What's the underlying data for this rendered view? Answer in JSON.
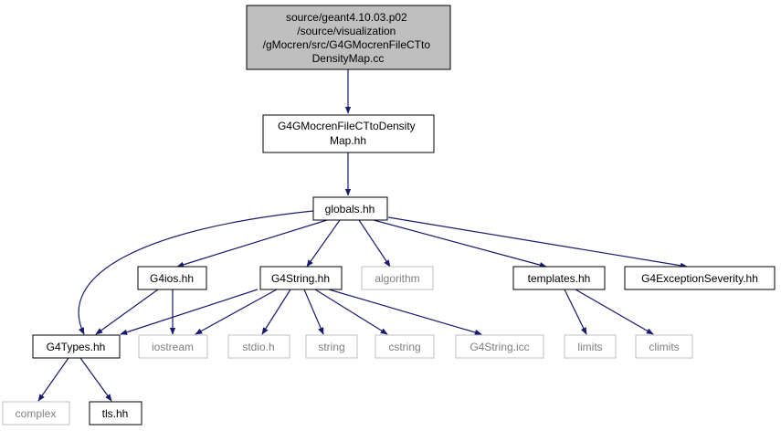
{
  "colors": {
    "edge": "#191970",
    "root_fill": "#bfbfbf",
    "root_border": "#000000",
    "node_border": "#000000",
    "ext_border": "#bfbfbf",
    "ext_text": "#808080",
    "text": "#000000"
  },
  "nodes": {
    "root": {
      "lines": [
        "source/geant4.10.03.p02",
        "/source/visualization",
        "/gMocren/src/G4GMocrenFileCTto",
        "DensityMap.cc"
      ]
    },
    "ctdensity": {
      "lines": [
        "G4GMocrenFileCTtoDensity",
        "Map.hh"
      ]
    },
    "globals": {
      "lines": [
        "globals.hh"
      ]
    },
    "g4ios": {
      "lines": [
        "G4ios.hh"
      ]
    },
    "g4string": {
      "lines": [
        "G4String.hh"
      ]
    },
    "algorithm": {
      "lines": [
        "algorithm"
      ]
    },
    "templates": {
      "lines": [
        "templates.hh"
      ]
    },
    "g4exc": {
      "lines": [
        "G4ExceptionSeverity.hh"
      ]
    },
    "g4types": {
      "lines": [
        "G4Types.hh"
      ]
    },
    "iostream": {
      "lines": [
        "iostream"
      ]
    },
    "stdio": {
      "lines": [
        "stdio.h"
      ]
    },
    "string": {
      "lines": [
        "string"
      ]
    },
    "cstring": {
      "lines": [
        "cstring"
      ]
    },
    "g4stringicc": {
      "lines": [
        "G4String.icc"
      ]
    },
    "limits": {
      "lines": [
        "limits"
      ]
    },
    "climits": {
      "lines": [
        "climits"
      ]
    },
    "complex": {
      "lines": [
        "complex"
      ]
    },
    "tls": {
      "lines": [
        "tls.hh"
      ]
    }
  }
}
